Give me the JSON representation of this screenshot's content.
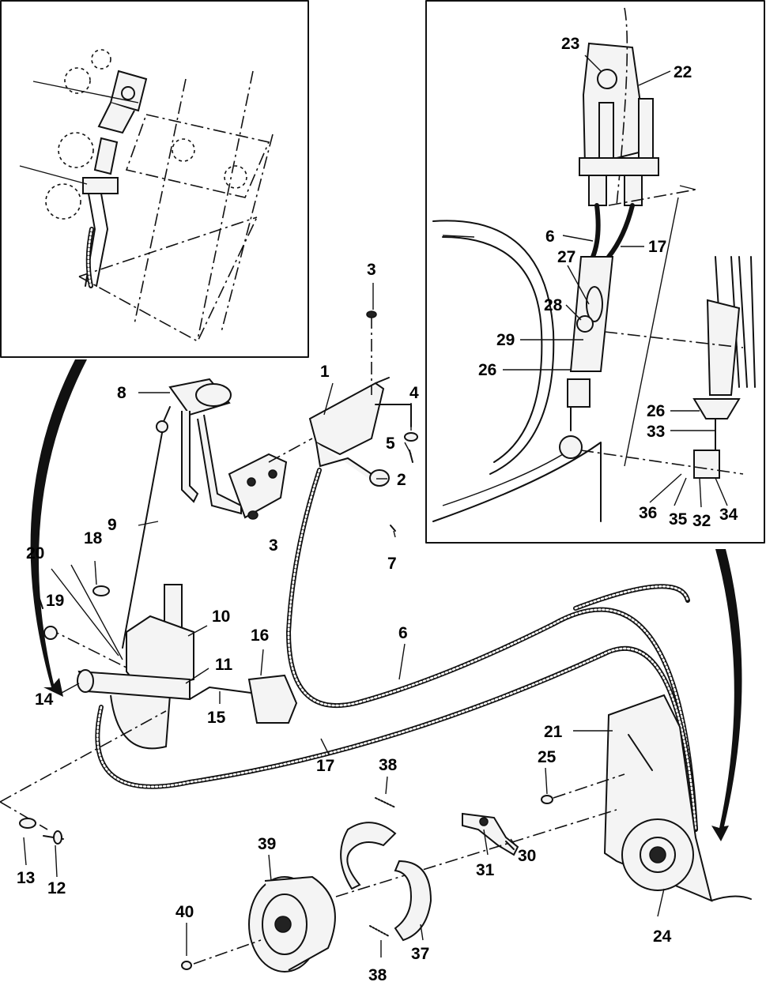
{
  "labels": {
    "l1": "1",
    "l2": "2",
    "l3a": "3",
    "l3b": "3",
    "l4": "4",
    "l5": "5",
    "l6a": "6",
    "l6b": "6",
    "l7": "7",
    "l8": "8",
    "l9": "9",
    "l10": "10",
    "l11": "11",
    "l12": "12",
    "l13": "13",
    "l14": "14",
    "l15": "15",
    "l16": "16",
    "l17a": "17",
    "l17b": "17",
    "l18": "18",
    "l19": "19",
    "l20": "20",
    "l21": "21",
    "l22": "22",
    "l23": "23",
    "l24": "24",
    "l25": "25",
    "l26a": "26",
    "l26b": "26",
    "l27": "27",
    "l28": "28",
    "l29": "29",
    "l30": "30",
    "l31": "31",
    "l32": "32",
    "l33": "33",
    "l34": "34",
    "l35": "35",
    "l36": "36",
    "l37": "37",
    "l38a": "38",
    "l38b": "38",
    "l39": "39",
    "l40": "40"
  }
}
